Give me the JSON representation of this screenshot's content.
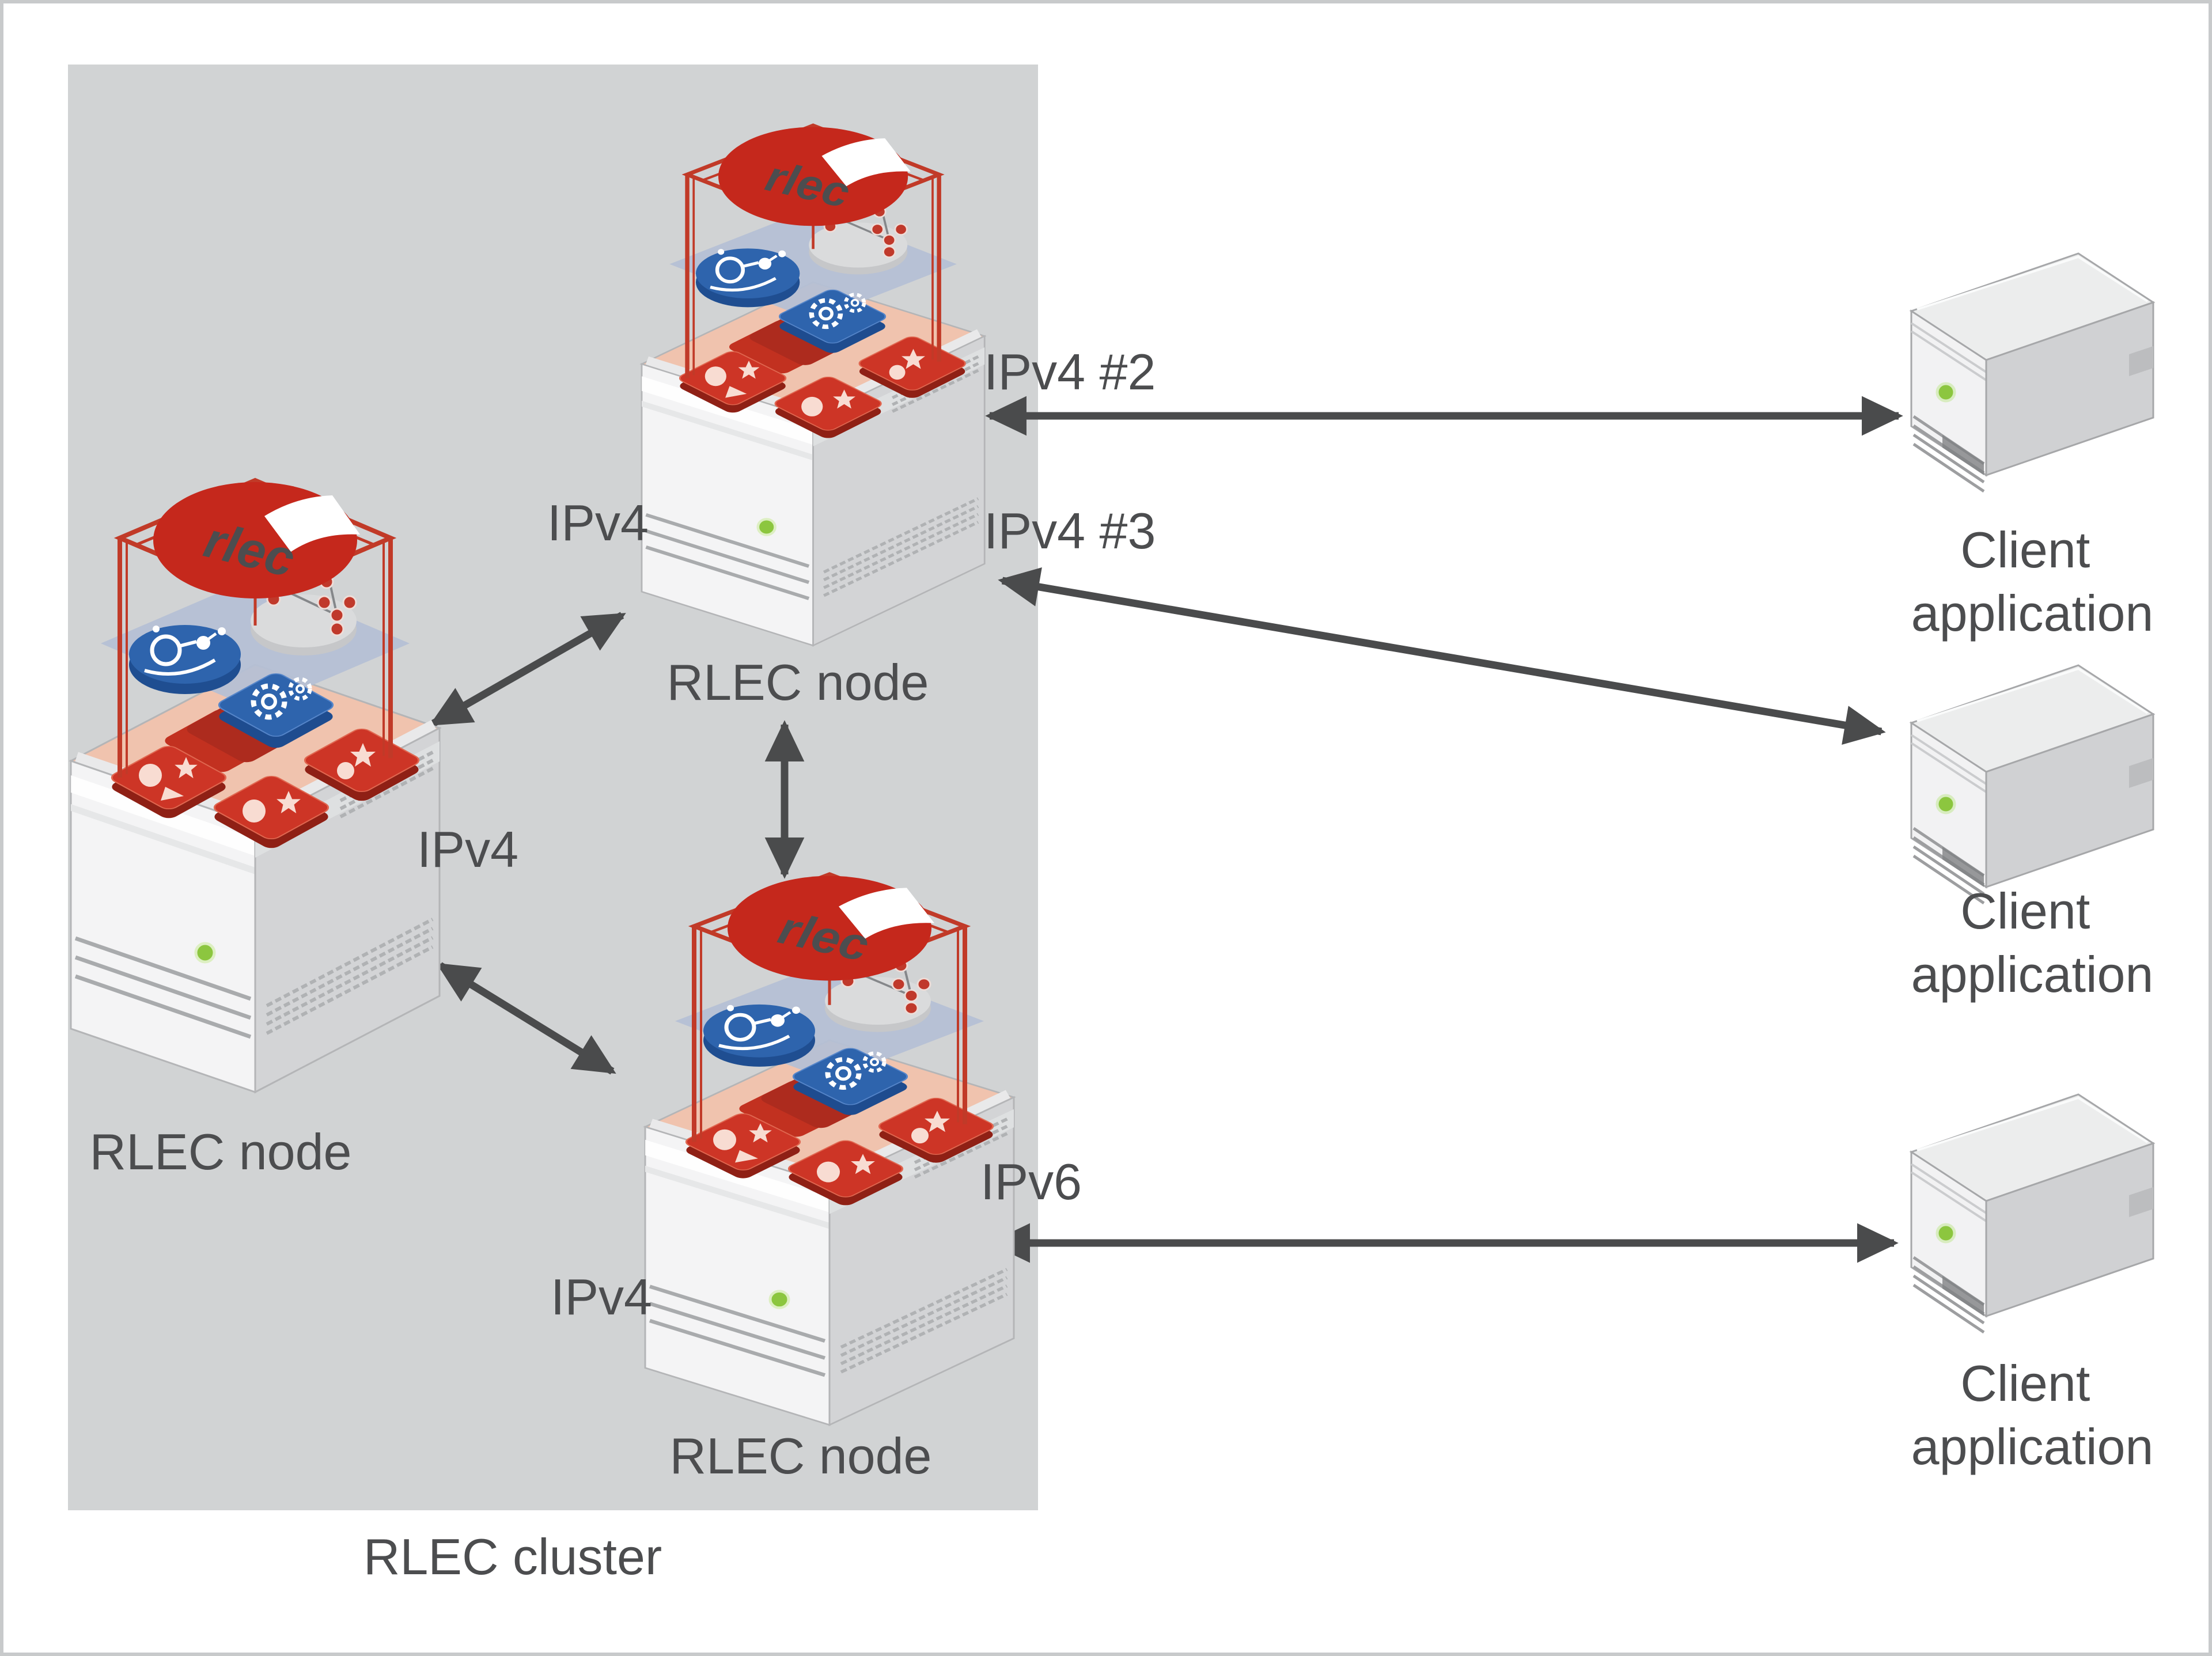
{
  "diagram_title": "RLEC cluster diagram",
  "colors": {
    "canvas_bg": "#ffffff",
    "canvas_border": "#c8cacb",
    "cluster_bg": "#d1d3d4",
    "arrow": "#4a4b4c",
    "text": "#4c4d4f",
    "node_red": "#c5281c",
    "wireframe_red": "#c13a28",
    "node_blue": "#2e64ad",
    "platform_blue_gray": "#b5bfd5",
    "led_green": "#8cc63f",
    "server_gray": "#d3d4d6"
  },
  "cluster": {
    "label": "RLEC cluster"
  },
  "nodes": {
    "left": {
      "label": "RLEC node",
      "interface_label": "IPv4"
    },
    "middle": {
      "label": "RLEC node",
      "interface_label": "IPv4",
      "endpoint2_label": "IPv4 #2",
      "endpoint3_label": "IPv4 #3"
    },
    "bottom": {
      "label": "RLEC node",
      "interface_label": "IPv4",
      "ipv6_label": "IPv6"
    }
  },
  "clients": {
    "top": {
      "line1": "Client",
      "line2": "application"
    },
    "middle": {
      "line1": "Client",
      "line2": "application"
    },
    "bottom": {
      "line1": "Client",
      "line2": "application"
    }
  },
  "icons": {
    "node_logo": "rlec-logo-icon",
    "gears": "gears-icon",
    "molecule": "molecule-icon",
    "redis_shards": "redis-shards-icon",
    "led": "power-led-icon"
  }
}
